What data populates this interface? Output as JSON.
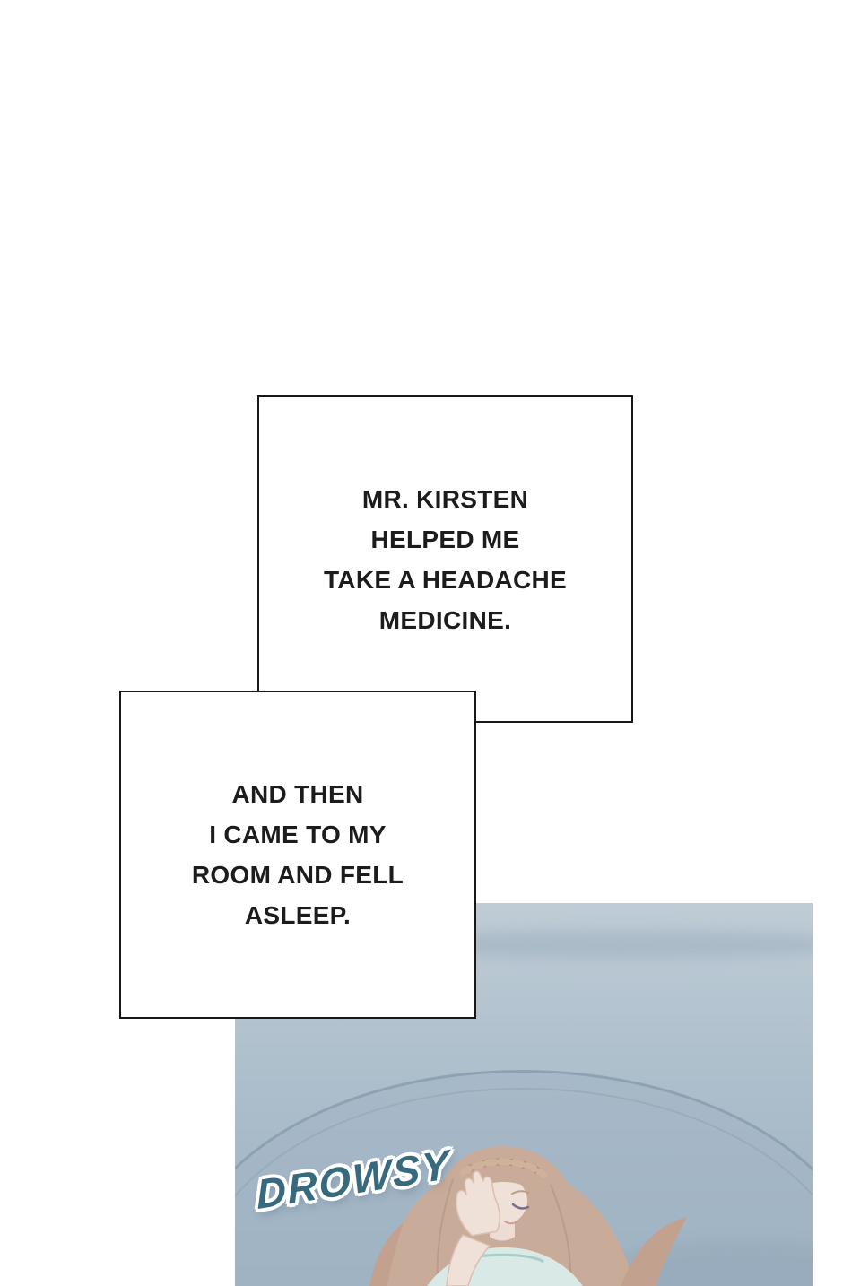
{
  "narration": {
    "box1_text": "MR. KIRSTEN\nHELPED ME\nTAKE A HEADACHE\nMEDICINE.",
    "box2_text": "AND THEN\nI CAME TO MY\nROOM AND FELL\nASLEEP."
  },
  "panel": {
    "sfx_text": "DROWSY",
    "colors": {
      "scene_top": "#bfccd6",
      "scene_bottom": "#9db1c1",
      "headboard_line": "#8499ab",
      "hair": "#c9ab99",
      "skin": "#f0e1d8",
      "nightgown": "#d9e9e5",
      "sfx_fill": "#386a7d",
      "sfx_outline": "#ffffff"
    }
  }
}
